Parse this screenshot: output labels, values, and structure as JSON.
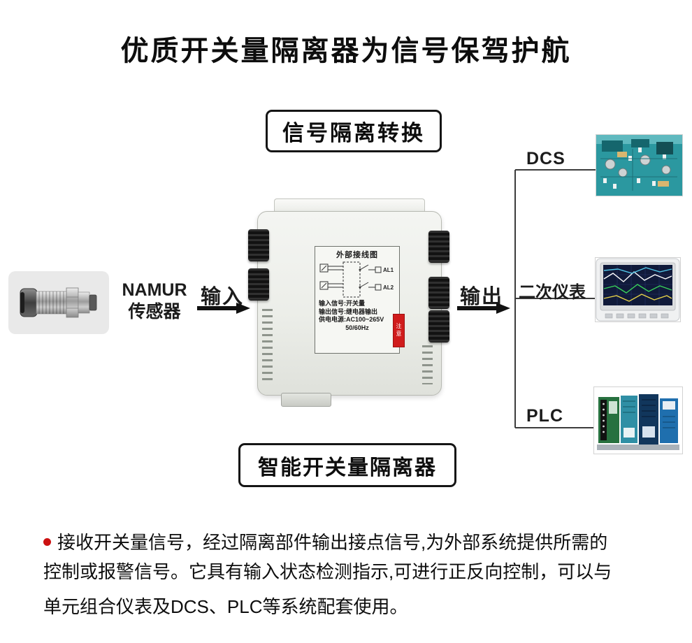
{
  "title": "优质开关量隔离器为信号保驾护航",
  "boxes": {
    "top": "信号隔离转换",
    "bottom": "智能开关量隔离器"
  },
  "sensor": {
    "name_line1": "NAMUR",
    "name_line2": "传感器"
  },
  "flow": {
    "input": "输入",
    "output": "输出"
  },
  "destinations": [
    {
      "id": "dcs",
      "label": "DCS"
    },
    {
      "id": "meter",
      "label": "二次仪表"
    },
    {
      "id": "plc",
      "label": "PLC"
    }
  ],
  "module": {
    "label_title": "外部接线图",
    "wiring": {
      "relay1": "AL1",
      "relay2": "AL2"
    },
    "specs": [
      "输入信号:开关量",
      "输出信号:继电器输出",
      "供电电源:AC100~265V",
      "50/60Hz"
    ],
    "warning": "注意"
  },
  "description": {
    "lines": [
      "接收开关量信号，经过隔离部件输出接点信号,为外部系统提供所需的",
      "控制或报警信号。它具有输入状态检测指示,可进行正反向控制，可以与",
      "单元组合仪表及DCS、PLC等系统配套使用。"
    ]
  },
  "colors": {
    "bullet_red": "#cc1111",
    "warning_red": "#d01c1c",
    "box_border": "#151515"
  }
}
